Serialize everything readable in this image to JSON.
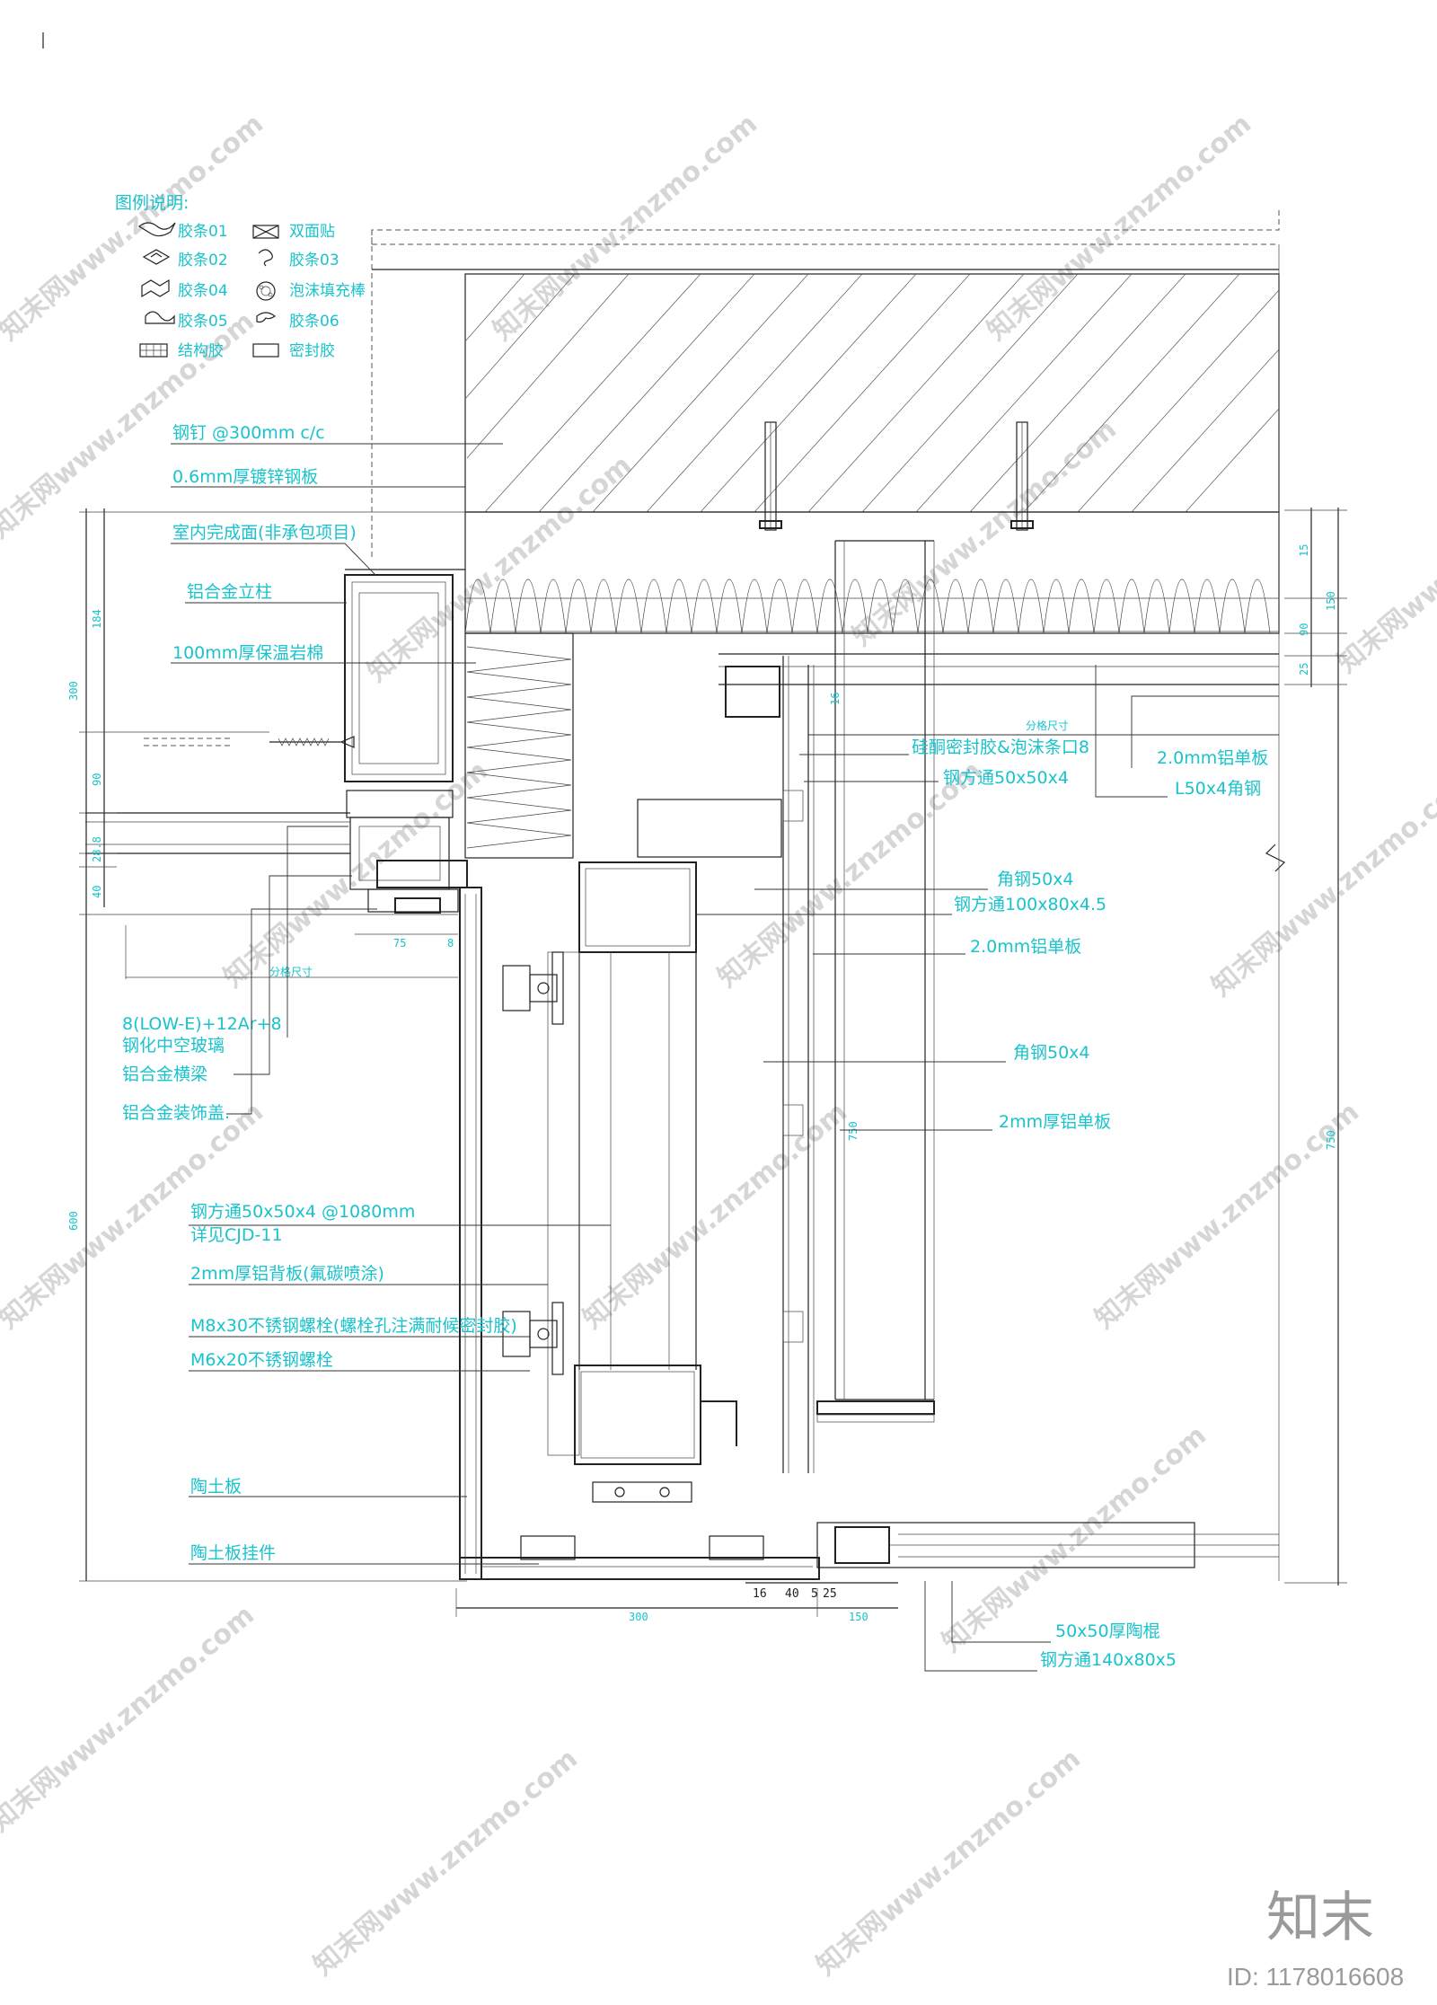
{
  "legend": {
    "title": "图例说明:",
    "items": [
      {
        "icon": "strip-01-icon",
        "label": "胶条01"
      },
      {
        "icon": "double-tape-icon",
        "label": "双面贴"
      },
      {
        "icon": "strip-02-icon",
        "label": "胶条02"
      },
      {
        "icon": "strip-03-icon",
        "label": "胶条03"
      },
      {
        "icon": "strip-04-icon",
        "label": "胶条04"
      },
      {
        "icon": "foam-rod-icon",
        "label": "泡沫填充棒"
      },
      {
        "icon": "strip-05-icon",
        "label": "胶条05"
      },
      {
        "icon": "strip-06-icon",
        "label": "胶条06"
      },
      {
        "icon": "structural-glue-icon",
        "label": "结构胶"
      },
      {
        "icon": "sealant-icon",
        "label": "密封胶"
      }
    ]
  },
  "labels_left": {
    "nail": "钢钉 @300mm c/c",
    "galv_sheet": "0.6mm厚镀锌钢板",
    "interior_finish": "室内完成面(非承包项目)",
    "mullion": "铝合金立柱",
    "rock_wool": "100mm厚保温岩棉",
    "grid_size": "分格尺寸",
    "glass_line1": "8(LOW-E)+12Ar+8",
    "glass_line2": "钢化中空玻璃",
    "transom": "铝合金横梁",
    "cover": "铝合金装饰盖.",
    "steel_tube_line1": "钢方通50x50x4 @1080mm",
    "steel_tube_line2": "详见CJD-11",
    "backplate": "2mm厚铝背板(氟碳喷涂)",
    "bolt_m8": "M8x30不锈钢螺栓(螺栓孔注满耐候密封胶)",
    "bolt_m6": "M6x20不锈钢螺栓",
    "terracotta": "陶土板",
    "terracotta_hanger": "陶土板挂件"
  },
  "labels_right": {
    "grid_size": "分格尺寸",
    "sealant_foam": "硅酮密封胶&泡沫条口8",
    "alu_2_0": "2.0mm铝单板",
    "steel_tube_50": "钢方通50x50x4",
    "angle_l50": "L50x4角钢",
    "angle_50a": "角钢50x4",
    "steel_tube_100": "钢方通100x80x4.5",
    "alu_2_0b": "2.0mm铝单板",
    "angle_50b": "角钢50x4",
    "alu_2mm": "2mm厚铝单板",
    "baguette": "50x50厚陶棍",
    "steel_tube_140": "钢方通140x80x5"
  },
  "dimensions": {
    "left_300": "300",
    "left_184": "184",
    "left_90": "90",
    "left_28": "28.8",
    "left_40": "40",
    "left_600": "600",
    "d75": "75",
    "d8": "8",
    "bottom_300": "300",
    "bottom_16": "16",
    "bottom_40": "40",
    "bottom_5": "5",
    "bottom_25": "25",
    "bottom_150": "150",
    "right_15": "15",
    "right_150": "150",
    "right_90": "90",
    "right_25": "25",
    "right_750": "750",
    "mid_750": "750",
    "mid_16": "16"
  },
  "watermark": {
    "repeat_text": "知末网www.znzmo.com",
    "brand": "知末",
    "id_text": "ID: 1178016608"
  },
  "colors": {
    "annotation": "#19c3cc",
    "linework": "#222222",
    "watermark": "#d6d6d6"
  }
}
